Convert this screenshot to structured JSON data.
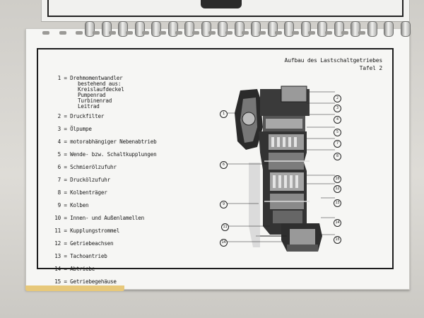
{
  "header": {
    "title": "Aufbau des Lastschaltgetriebes",
    "subtitle": "Tafel 2"
  },
  "legend": {
    "items": [
      {
        "num": "1",
        "label": "Drehmomentwandler"
      },
      {
        "num": "2",
        "label": "Druckfilter"
      },
      {
        "num": "3",
        "label": "Ölpumpe"
      },
      {
        "num": "4",
        "label": "motorabhängiger Nebenabtrieb"
      },
      {
        "num": "5",
        "label": "Wende- bzw. Schaltkupplungen"
      },
      {
        "num": "6",
        "label": "Schmierölzufuhr"
      },
      {
        "num": "7",
        "label": "Druckölzufuhr"
      },
      {
        "num": "8",
        "label": "Kolbenträger"
      },
      {
        "num": "9",
        "label": "Kolben"
      },
      {
        "num": "10",
        "label": "Innen- und Außenlamellen"
      },
      {
        "num": "11",
        "label": "Kupplungstrommel"
      },
      {
        "num": "12",
        "label": "Getriebeachsen"
      },
      {
        "num": "13",
        "label": "Tachoantrieb"
      },
      {
        "num": "14",
        "label": "Abtriebe"
      },
      {
        "num": "15",
        "label": "Getriebegehäuse"
      }
    ],
    "item1_continuation": "bestehend aus:",
    "item1_parts": [
      "Kreislaufdeckel",
      "Pumpenrad",
      "Turbinenrad",
      "Leitrad"
    ]
  },
  "diagram": {
    "callouts_right": [
      "2",
      "3",
      "4",
      "5",
      "7",
      "8",
      "10",
      "12",
      "13",
      "14",
      "15"
    ],
    "callouts_left": [
      "1",
      "6",
      "9",
      "11",
      "14"
    ]
  }
}
